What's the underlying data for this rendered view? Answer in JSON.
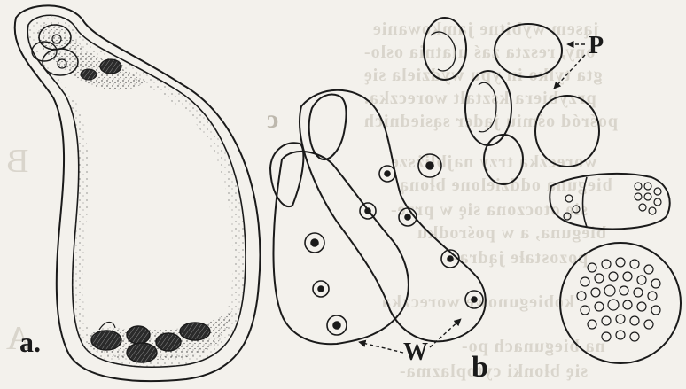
{
  "figure": {
    "panel_labels": {
      "a": "a.",
      "b": "b"
    },
    "annotations": {
      "P": "P",
      "W": "W"
    },
    "bleed_through_lines": [
      "jąsem wybitne jamkowanie",
      "ony, reszta zaś ulatnia oslo-",
      "gta tylko in ypu wydziela się",
      "przybiera kształt woreczka.",
      "pośród ośmiu jąder sąsiednich",
      "woreczka trzy najbliższe",
      "bieguna oddzielone błoną",
      "się otoczona się w prze-",
      "bieguna, a w pośrodku",
      "pozostałe jądra-",
      "kobiegunowe woreczka",
      "na biegunach po-",
      "się błonki cytoplazma-"
    ],
    "bleed_through_letters": [
      "B",
      "c",
      "A"
    ]
  }
}
